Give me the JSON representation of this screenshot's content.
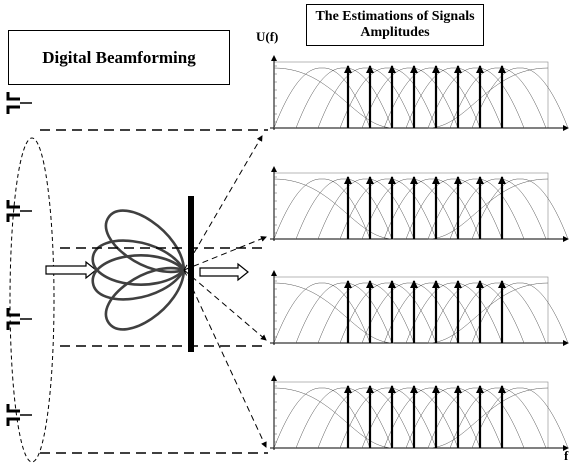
{
  "diagram": {
    "title": "Digital Beamforming",
    "estimations_title_line1": "The Estimations of Signals",
    "estimations_title_line2": "Amplitudes",
    "y_axis_label": "U(f)",
    "x_axis_label": "f",
    "antenna_elements": 4,
    "beam_lobes": 4,
    "output_channels": 4,
    "filter_bands_per_channel": 8,
    "line_color": "#000000",
    "lobe_color": "#404040"
  }
}
